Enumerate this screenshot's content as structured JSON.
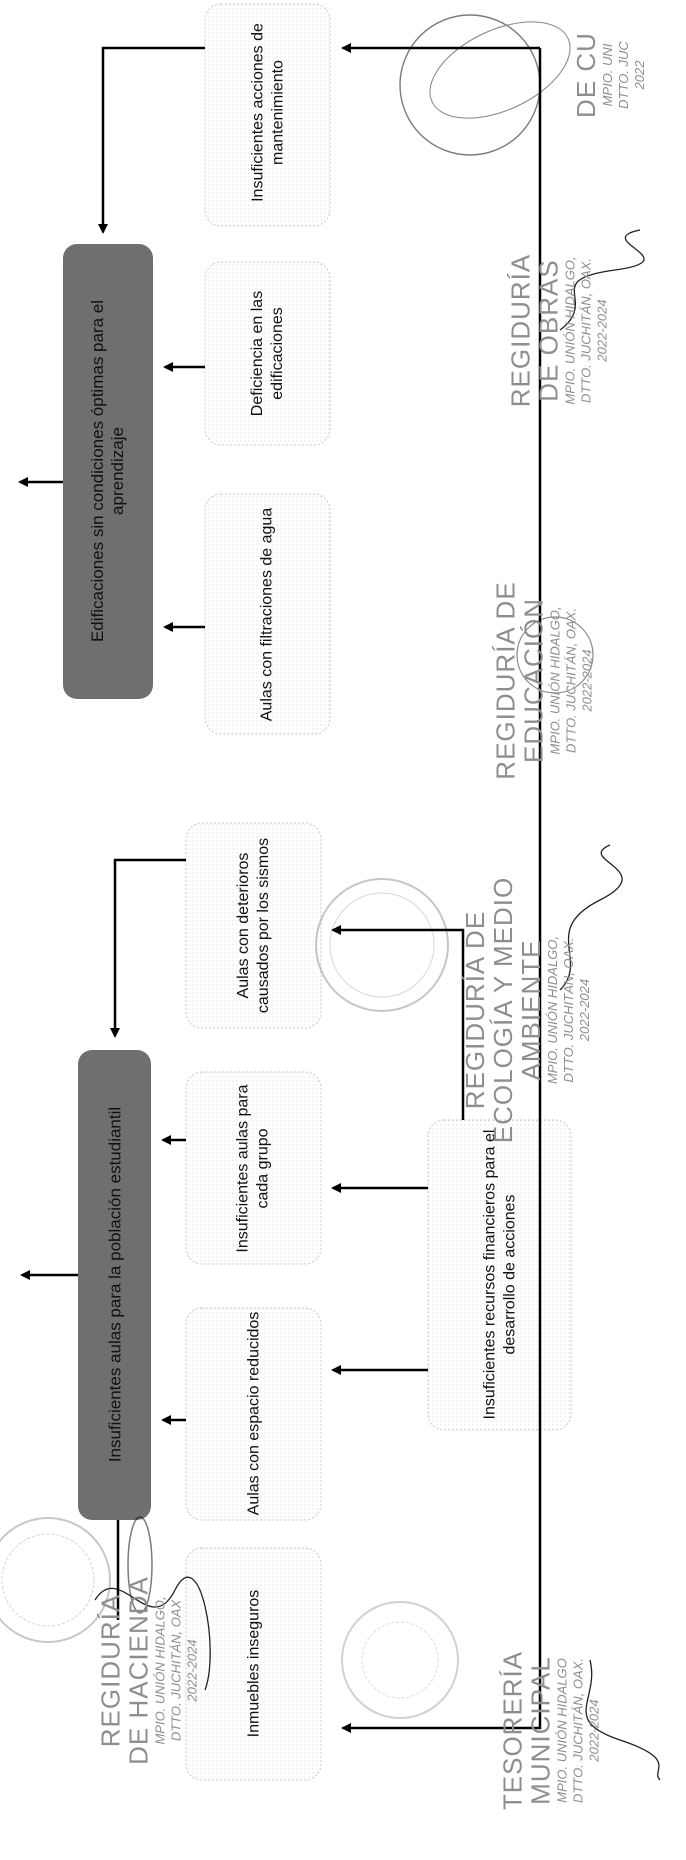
{
  "diagram": {
    "effects": [
      {
        "id": "e1",
        "label": "Edificaciones sin condiciones óptimas para el aprendizaje"
      },
      {
        "id": "e2",
        "label": "Insuficientes aulas para la población estudiantil"
      }
    ],
    "causes": [
      {
        "id": "c1",
        "label": "Insuficientes acciones de mantenimiento"
      },
      {
        "id": "c2",
        "label": "Deficiencia en las edificaciones"
      },
      {
        "id": "c3",
        "label": "Aulas con filtraciones de agua"
      },
      {
        "id": "c4",
        "label": "Aulas  con deterioros causados por los sismos"
      },
      {
        "id": "c5",
        "label": "Insuficientes aulas para cada grupo"
      },
      {
        "id": "c6",
        "label": "Aulas con espacio reducidos"
      },
      {
        "id": "c7",
        "label": "Inmuebles inseguros"
      },
      {
        "id": "c8",
        "label": "Insuficientes recursos financieros para el desarrollo de acciones"
      }
    ]
  },
  "stamps": [
    {
      "name": "stamp-regiduria-obras",
      "lines": [
        "REGIDURÍA",
        "DE OBRAS",
        "MPIO. UNIÓN HIDALGO,",
        "DTTO. JUCHITÁN, OAX.",
        "2022-2024"
      ]
    },
    {
      "name": "stamp-regiduria-educacion",
      "lines": [
        "REGIDURÍA DE",
        "EDUCACIÓN",
        "MPIO. UNIÓN HIDALGO,",
        "DTTO. JUCHITÁN, OAX.",
        "2022-2024"
      ]
    },
    {
      "name": "stamp-regiduria-ecologia",
      "lines": [
        "REGIDURÍA DE",
        "ECOLOGÍA Y MEDIO",
        "AMBIENTE",
        "MPIO. UNIÓN HIDALGO,",
        "DTTO. JUCHITÁN, OAX.",
        "2022-2024"
      ]
    },
    {
      "name": "stamp-tesoreria",
      "lines": [
        "TESORERÍA",
        "MUNICIPAL",
        "MPIO. UNIÓN HIDALGO",
        "DTTO. JUCHITÁN, OAX.",
        "2022-2024"
      ]
    },
    {
      "name": "stamp-regiduria-hacienda",
      "lines": [
        "REGIDURÍA",
        "DE HACIENDA",
        "MPIO. UNIÓN HIDALGO,",
        "DTTO. JUCHITÁN, OAX",
        "2022-2024"
      ]
    },
    {
      "name": "stamp-top-right",
      "lines": [
        "DE CU",
        "MPIO. UNI",
        "DTTO. JUC",
        "2022"
      ]
    }
  ],
  "colors": {
    "dark_box": "#6f6f6f",
    "line": "#000000",
    "box_border": "#c8c8c8",
    "stamp_ink": "#9a9a9a"
  }
}
